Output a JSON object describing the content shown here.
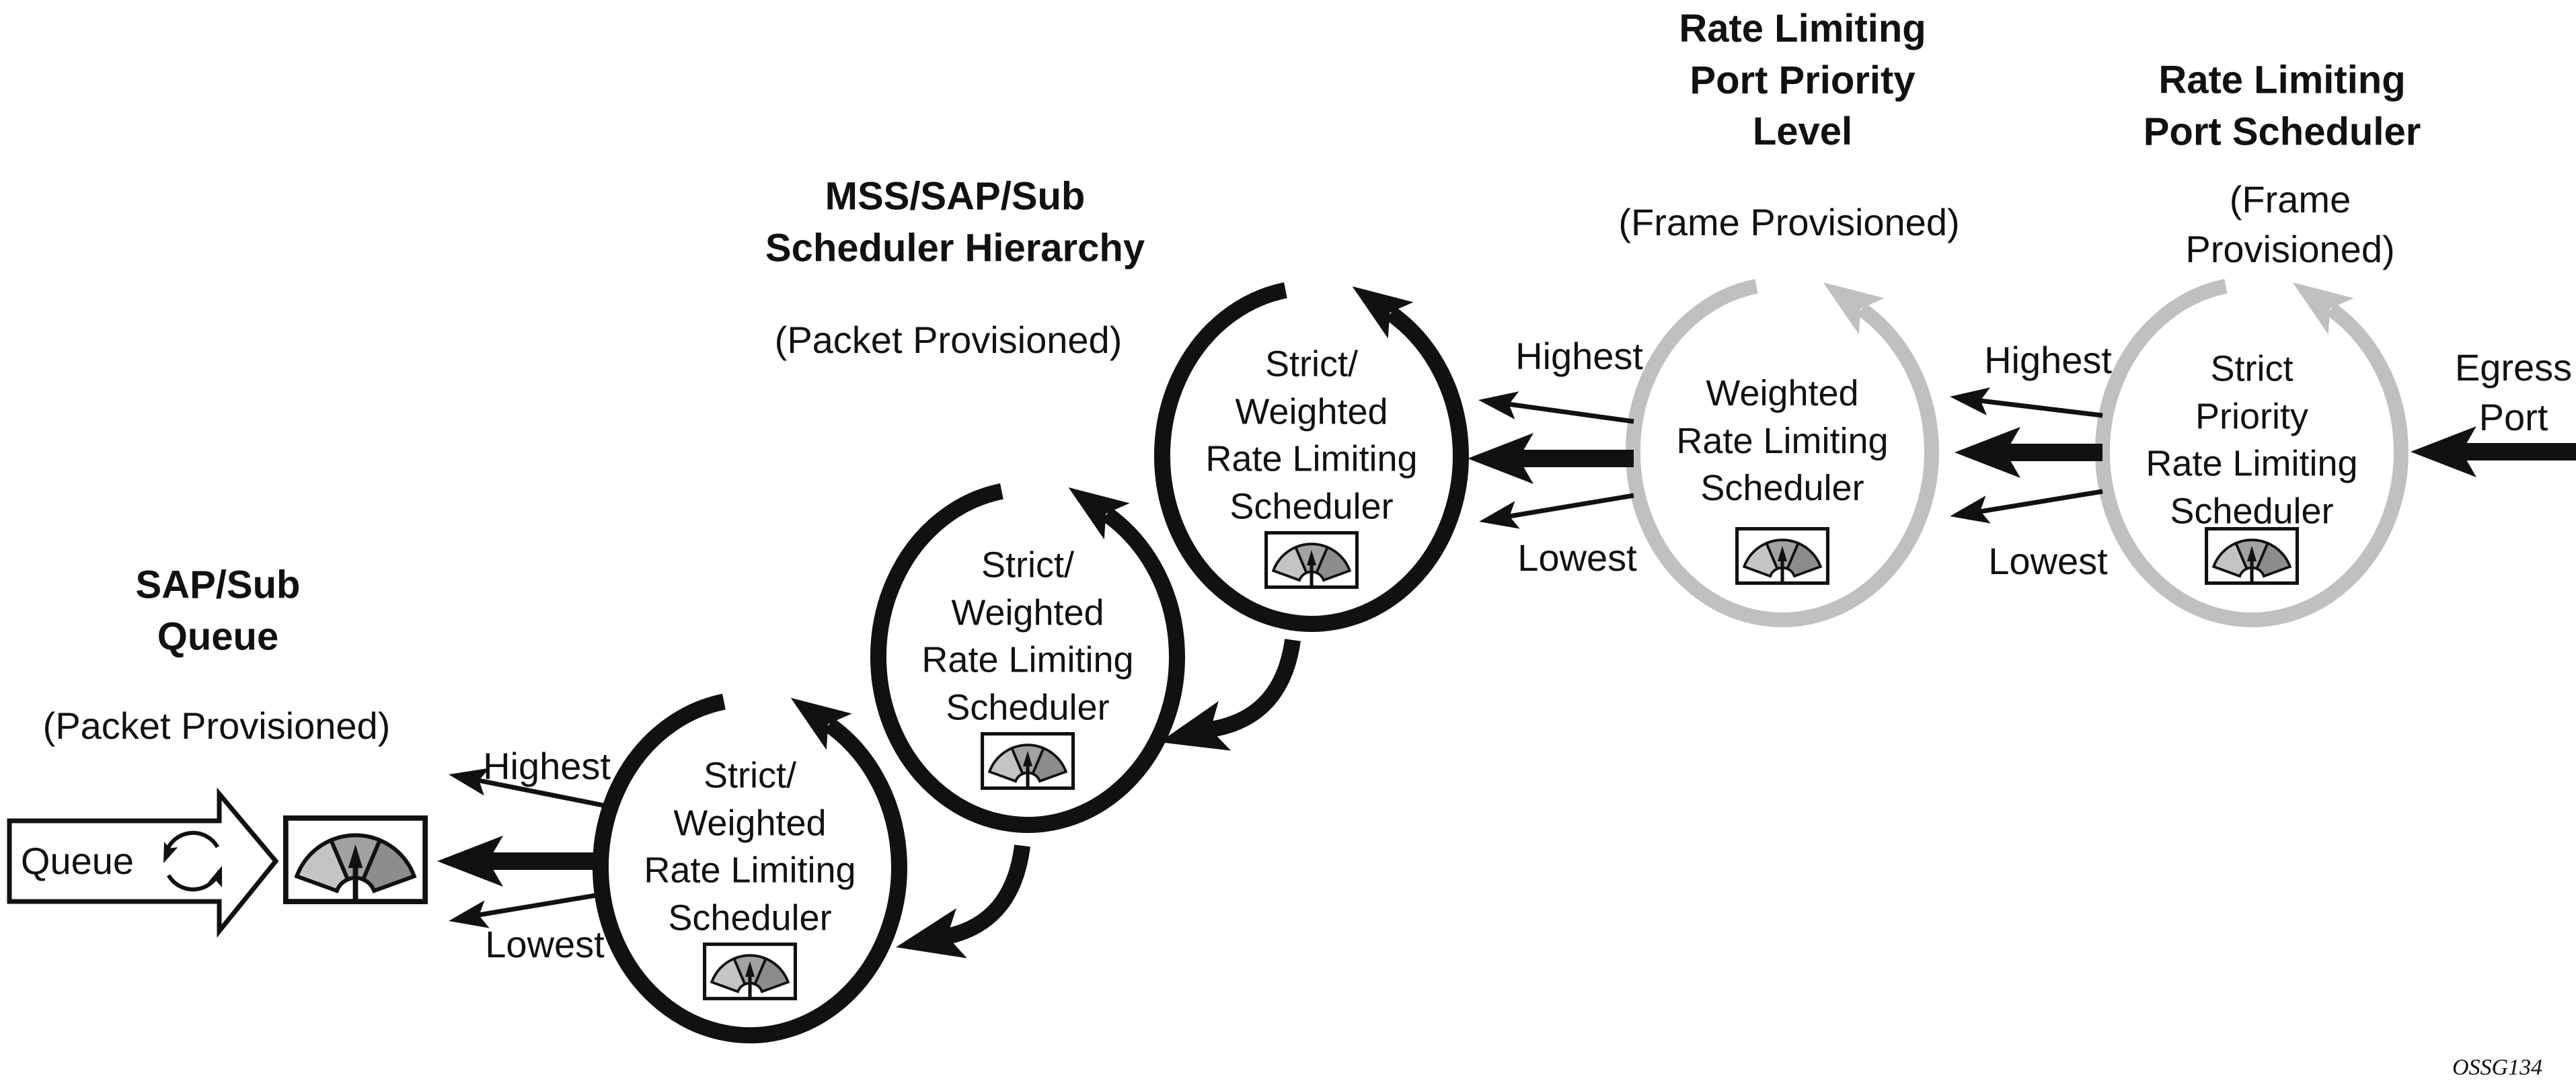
{
  "diagram": {
    "left_queue": {
      "title": "SAP/Sub\nQueue",
      "subtitle": "(Packet Provisioned)",
      "queue_label": "Queue"
    },
    "mss_hierarchy": {
      "title": "MSS/SAP/Sub\nScheduler Hierarchy",
      "subtitle": "(Packet Provisioned)",
      "scheduler_text": "Strict/\nWeighted\nRate Limiting\nScheduler"
    },
    "port_priority_level": {
      "title": "Rate Limiting\nPort Priority\nLevel",
      "subtitle": "(Frame Provisioned)",
      "scheduler_text": "Weighted\nRate Limiting\nScheduler"
    },
    "port_scheduler": {
      "title": "Rate Limiting\nPort Scheduler",
      "subtitle": "(Frame Provisioned)",
      "scheduler_text": "Strict\nPriority\nRate Limiting\nScheduler"
    },
    "egress_port_label": "Egress\nPort",
    "priority_labels": {
      "highest": "Highest",
      "lowest": "Lowest"
    },
    "watermark": "OSSG134",
    "colors": {
      "line_black": "#111111",
      "ring_gray": "#c0c0c2",
      "gauge_light": "#c4c4c4",
      "gauge_mid": "#a2a2a2",
      "gauge_dark": "#8c8c8c"
    },
    "icons": {
      "meter": "rate-meter-icon",
      "loop": "scheduling-loop-icon"
    }
  }
}
